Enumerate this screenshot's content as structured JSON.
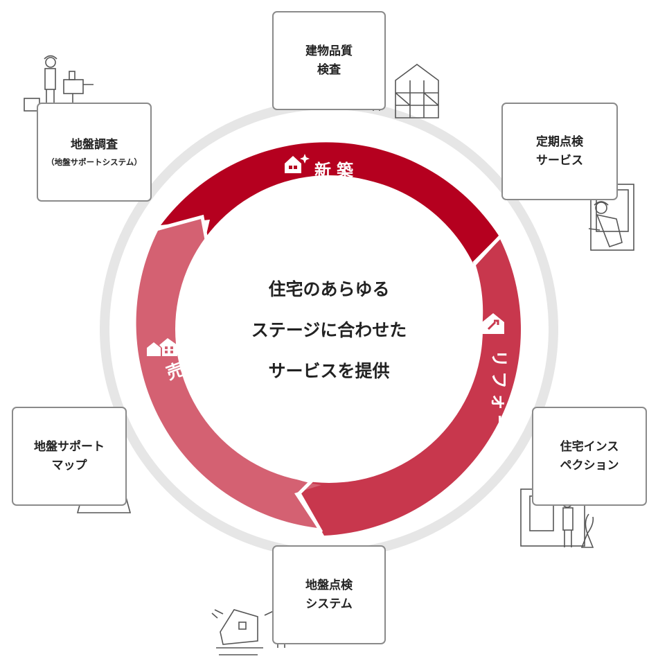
{
  "center": {
    "line1": "住宅のあらゆる",
    "line2": "ステージに合わせた",
    "line3": "サービスを提供"
  },
  "segments": {
    "new_build": "新築",
    "reform": "リフォーム",
    "sale": "売買"
  },
  "services": {
    "building_inspection": {
      "line1": "建物品質",
      "line2": "検査"
    },
    "periodic_inspection": {
      "line1": "定期点検",
      "line2": "サービス"
    },
    "house_inspection": {
      "line1": "住宅インス",
      "line2": "ペクション"
    },
    "ground_check": {
      "line1": "地盤点検",
      "line2": "システム"
    },
    "ground_map": {
      "line1": "地盤サポート",
      "line2": "マップ"
    },
    "ground_survey": {
      "line1": "地盤調査",
      "sub": "（地盤サポートシステム）"
    }
  },
  "colors": {
    "new_build": "#b5001f",
    "reform": "#c8374d",
    "sale": "#d46172",
    "outer_ring": "#e6e6e6",
    "card_border": "#8a8a8a"
  },
  "icons": [
    "house-sparkle-icon",
    "house-wrench-icon",
    "houses-icon",
    "map-pin-icon",
    "worker-icon"
  ]
}
